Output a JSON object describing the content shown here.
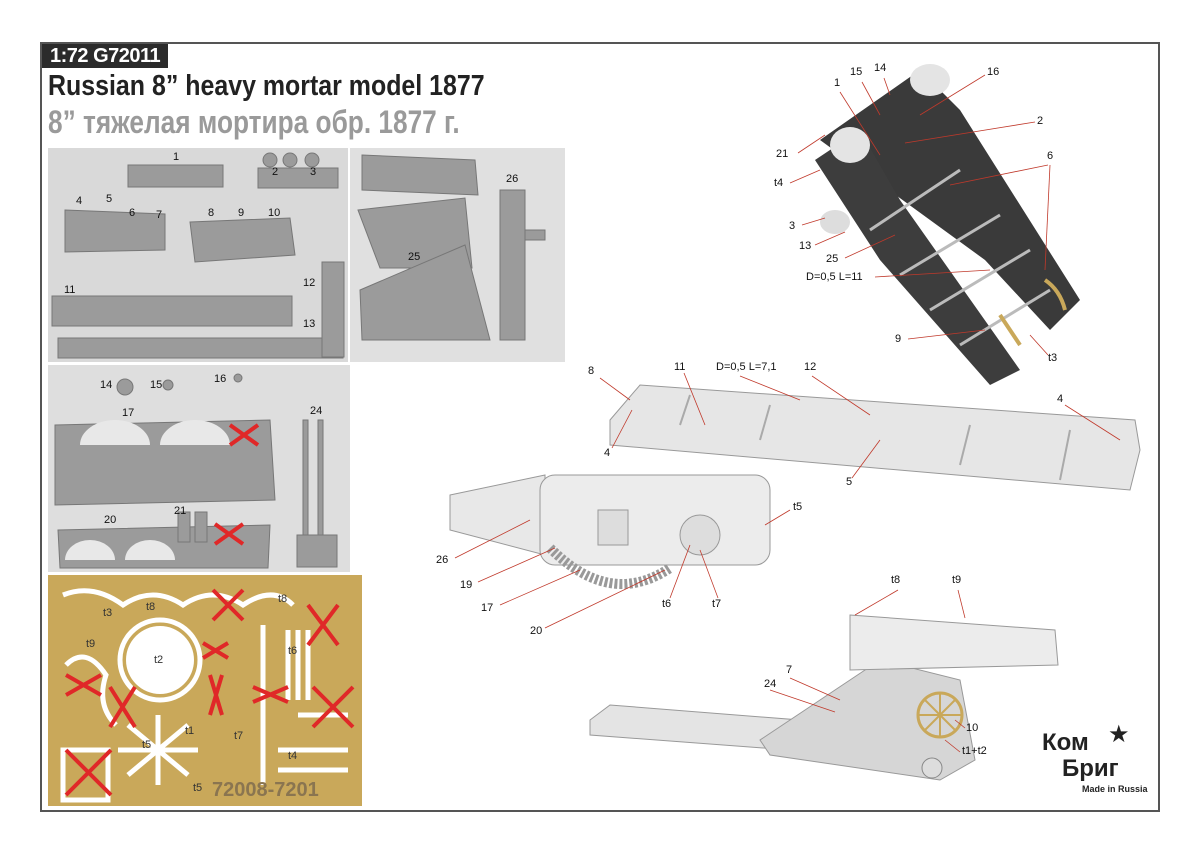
{
  "header": {
    "scale": "1:72",
    "code": "G72011"
  },
  "title_en": "Russian 8” heavy mortar model 1877",
  "title_ru": "8” тяжелая мортира обр. 1877 г.",
  "photo_parts": {
    "top_left": [
      "1",
      "2",
      "3",
      "4",
      "5",
      "6",
      "7",
      "8",
      "9",
      "10",
      "11",
      "12",
      "13"
    ],
    "top_right": [
      "25",
      "26"
    ],
    "middle": [
      "14",
      "15",
      "16",
      "17",
      "20",
      "21",
      "24"
    ]
  },
  "photo_etch": {
    "labels": [
      "t3",
      "t8",
      "t8",
      "t9",
      "t2",
      "t6",
      "t1",
      "t7",
      "t5",
      "t4",
      "t5"
    ],
    "code": "72008-7201"
  },
  "diagram_carriage": {
    "labels": [
      "1",
      "15",
      "14",
      "16",
      "2",
      "21",
      "6",
      "t4",
      "3",
      "13",
      "25",
      "D=0,5 L=11",
      "9",
      "t3"
    ]
  },
  "diagram_frame": {
    "labels": [
      "8",
      "11",
      "D=0,5 L=7,1",
      "12",
      "4",
      "4",
      "5"
    ]
  },
  "diagram_barrel": {
    "labels": [
      "t5",
      "26",
      "19",
      "17",
      "20",
      "t6",
      "t7"
    ]
  },
  "diagram_assembly": {
    "labels": [
      "t8",
      "t9",
      "7",
      "24",
      "10",
      "t1+t2"
    ]
  },
  "logo": {
    "line1": "Ком",
    "line2": "Бриг",
    "tagline": "Made in Russia"
  },
  "colors": {
    "brass": "#c9a85a",
    "resin": "#9b9b9b",
    "steel": "#3a3a3a",
    "leader": "#c0392b",
    "cross": "#e02828"
  }
}
